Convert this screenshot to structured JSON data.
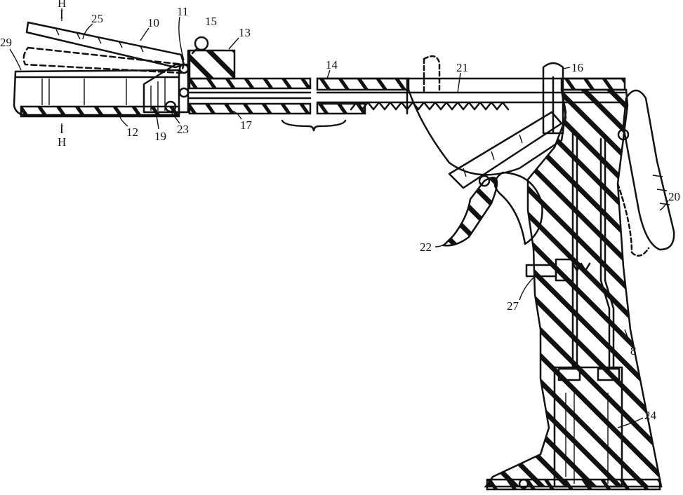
{
  "labels": {
    "l10": "10",
    "l11": "11",
    "l12": "12",
    "l13": "13",
    "l14": "14",
    "l15": "15",
    "l16": "16",
    "l17": "17",
    "l19": "19",
    "l20": "20",
    "l21": "21",
    "l22": "22",
    "l23": "23",
    "l24": "24",
    "l25": "25",
    "l27": "27",
    "l29": "29",
    "l8": "8"
  },
  "section": {
    "top_letter": "H",
    "bottom_letter": "H",
    "mark": "I"
  },
  "ink_color": "#111111"
}
